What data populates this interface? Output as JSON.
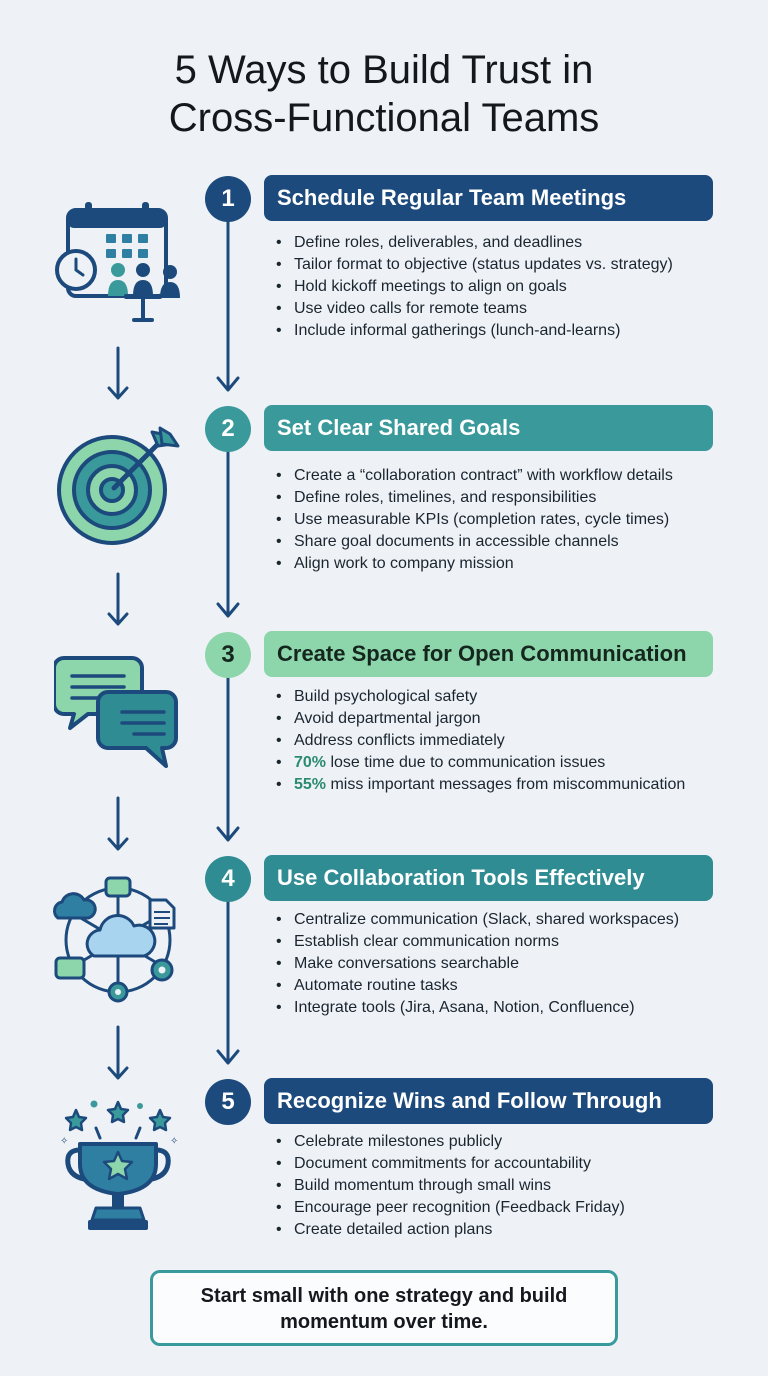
{
  "title_lines": [
    "5 Ways to Build Trust in",
    "Cross-Functional Teams"
  ],
  "steps": [
    {
      "number": "1",
      "heading": "Schedule Regular Team Meetings",
      "bullets": [
        "Define roles, deliverables, and deadlines",
        "Tailor format to objective (status updates vs. strategy)",
        "Hold kickoff meetings to align on goals",
        "Use video calls for remote teams",
        "Include informal gatherings (lunch-and-learns)"
      ]
    },
    {
      "number": "2",
      "heading": "Set Clear Shared Goals",
      "bullets": [
        "Create a “collaboration contract” with workflow details",
        "Define roles, timelines, and responsibilities",
        "Use measurable KPIs (completion rates, cycle times)",
        "Share goal documents in accessible channels",
        "Align work to company mission"
      ]
    },
    {
      "number": "3",
      "heading": "Create Space for Open Communication",
      "bullets": [
        "Build psychological safety",
        "Avoid departmental jargon",
        "Address conflicts immediately"
      ],
      "stats": [
        {
          "value": "70%",
          "text": " lose time due to communication issues"
        },
        {
          "value": "55%",
          "text": " miss important messages from miscommunication"
        }
      ]
    },
    {
      "number": "4",
      "heading": "Use Collaboration Tools Effectively",
      "bullets": [
        "Centralize communication (Slack, shared workspaces)",
        "Establish clear communication norms",
        "Make conversations searchable",
        "Automate routine tasks",
        "Integrate tools (Jira, Asana, Notion, Confluence)"
      ]
    },
    {
      "number": "5",
      "heading": "Recognize Wins and Follow Through",
      "bullets": [
        "Celebrate milestones publicly",
        "Document commitments for accountability",
        "Build momentum through small wins",
        "Encourage peer recognition (Feedback Friday)",
        "Create detailed action plans"
      ]
    }
  ],
  "footer_lines": [
    "Start small with one strategy and build",
    "momentum over time."
  ],
  "colors": {
    "navy": "#1d4a7c",
    "teal": "#3a9a9b",
    "mint": "#8dd5ab",
    "accent_green": "#2b8a72"
  },
  "icons": [
    "calendar-meeting-icon",
    "target-arrow-icon",
    "chat-bubbles-icon",
    "cloud-network-icon",
    "trophy-icon"
  ]
}
